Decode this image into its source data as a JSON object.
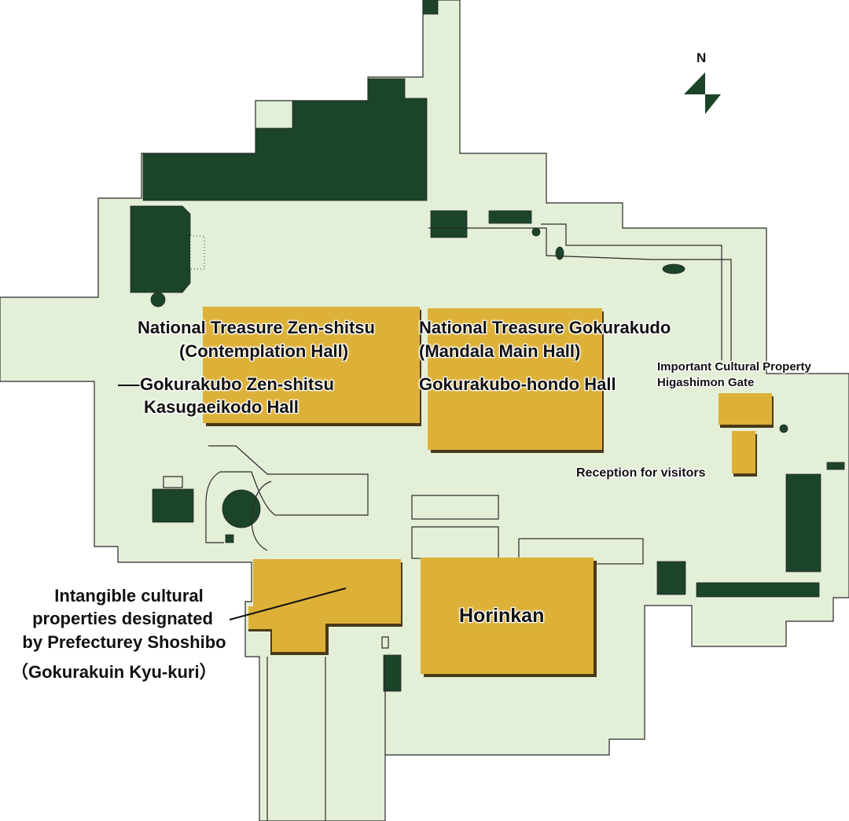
{
  "colors": {
    "ground": "#e4efd8",
    "outline": "#2a2a2a",
    "structure_dark": "#1b4428",
    "major_building": "#ddb138",
    "building_shadow": "#4a3a18",
    "background": "#ffffff"
  },
  "compass": {
    "label": "N",
    "icon": "north-arrow-icon"
  },
  "labels": {
    "zenshitsu_line1": "National Treasure Zen-shitsu",
    "zenshitsu_line2": "(Contemplation Hall)",
    "zenshitsu_alt_line1": "Gokurakubo Zen-shitsu",
    "zenshitsu_alt_line2": "Kasugaeikodo Hall",
    "gokurakudo_line1": "National Treasure Gokurakudo",
    "gokurakudo_line2": "(Mandala Main Hall)",
    "gokurakudo_alt": "Gokurakubo-hondo Hall",
    "higashimon_line1": "Important Cultural Property",
    "higashimon_line2": "Higashimon Gate",
    "reception": "Reception for visitors",
    "horinkan": "Horinkan",
    "shoshibo_line1": "Intangible cultural",
    "shoshibo_line2": "properties designated",
    "shoshibo_line3": "by Prefecturey Shoshibo",
    "shoshibo_line4": "（Gokurakuin Kyu-kuri）"
  }
}
